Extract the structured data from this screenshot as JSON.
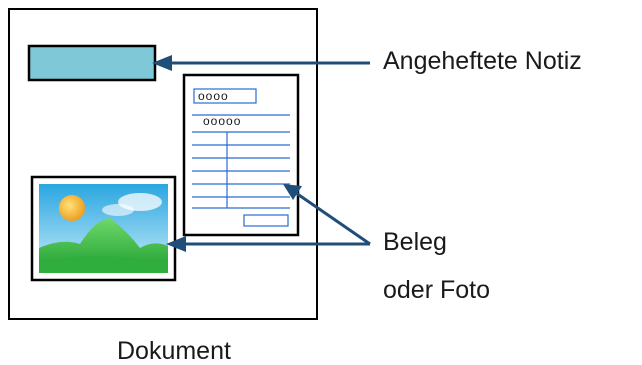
{
  "labels": {
    "sticky_note": "Angeheftete Notiz",
    "receipt_or_photo_line1": "Beleg",
    "receipt_or_photo_line2": "oder Foto",
    "document": "Dokument"
  },
  "receipt": {
    "header_text": "oooo",
    "subheader_text": "ooooo"
  },
  "colors": {
    "arrow": "#1f4e79",
    "sticky_note_fill": "#7ec8d8",
    "receipt_lines": "#2a6cd4",
    "sky": "#4fb8e8",
    "sun": "#f5b82e",
    "mountain": "#3bbf4a"
  },
  "icons": [
    "document-page",
    "sticky-note",
    "receipt-icon",
    "landscape-photo-icon",
    "arrow-left"
  ]
}
